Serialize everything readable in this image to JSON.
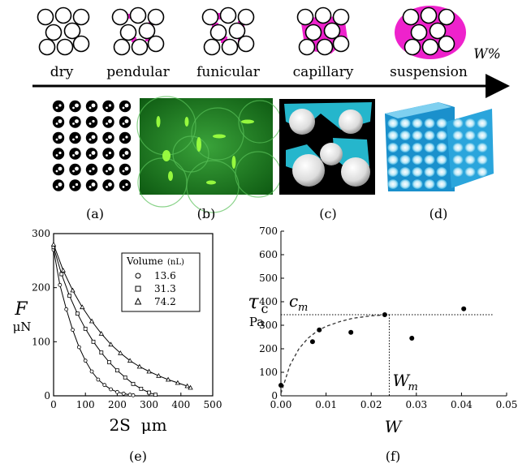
{
  "top": {
    "states": [
      {
        "label": "dry"
      },
      {
        "label": "pendular"
      },
      {
        "label": "funicular"
      },
      {
        "label": "capillary"
      },
      {
        "label": "suspension"
      }
    ],
    "axis_label": "W%",
    "liquid_color": "#ee22cc"
  },
  "panel_labels": [
    "(a)",
    "(b)",
    "(c)",
    "(d)",
    "(e)",
    "(f)"
  ],
  "colors": {
    "green_bg": "#1a7a1a",
    "green_bright": "#9cff40",
    "cyan": "#2bd6f0",
    "black": "#000000"
  },
  "chart_data": [
    {
      "type": "line",
      "panel": "(e)",
      "xlabel": "2S  μm",
      "ylabel_symbol": "F",
      "ylabel_unit": "μN",
      "xlim": [
        0,
        500
      ],
      "ylim": [
        0,
        300
      ],
      "x_ticks": [
        "0",
        "100",
        "200",
        "300",
        "400",
        "500"
      ],
      "y_ticks": [
        "0",
        "100",
        "200",
        "300"
      ],
      "legend": {
        "title": "Volume",
        "title_unit": "(nL)",
        "entries": [
          {
            "marker": "circle",
            "label": "13.6"
          },
          {
            "marker": "square",
            "label": "31.3"
          },
          {
            "marker": "triangle",
            "label": "74.2"
          }
        ]
      },
      "series": [
        {
          "name": "13.6",
          "x": [
            0,
            20,
            40,
            60,
            80,
            100,
            120,
            140,
            160,
            180,
            200,
            220,
            240,
            250
          ],
          "y": [
            270,
            205,
            160,
            122,
            90,
            65,
            45,
            30,
            20,
            12,
            7,
            4,
            2,
            1
          ]
        },
        {
          "name": "31.3",
          "x": [
            0,
            25,
            50,
            75,
            100,
            125,
            150,
            175,
            200,
            225,
            250,
            275,
            300,
            320
          ],
          "y": [
            275,
            225,
            185,
            152,
            124,
            100,
            80,
            62,
            47,
            34,
            22,
            13,
            6,
            2
          ]
        },
        {
          "name": "74.2",
          "x": [
            0,
            30,
            60,
            90,
            120,
            150,
            180,
            210,
            240,
            270,
            300,
            330,
            360,
            390,
            420,
            430
          ],
          "y": [
            280,
            232,
            195,
            164,
            138,
            115,
            95,
            79,
            65,
            54,
            45,
            37,
            30,
            24,
            18,
            15
          ]
        }
      ]
    },
    {
      "type": "scatter",
      "panel": "(f)",
      "xlabel": "W",
      "ylabel_symbol": "τ",
      "ylabel_sub": "c",
      "ylabel_unit": "Pa",
      "xlim": [
        0,
        0.05
      ],
      "ylim": [
        0,
        700
      ],
      "x_ticks": [
        "0.00",
        "0.01",
        "0.02",
        "0.03",
        "0.04",
        "0.05"
      ],
      "y_ticks": [
        "0",
        "100",
        "200",
        "300",
        "400",
        "500",
        "600",
        "700"
      ],
      "points": {
        "x": [
          0.0,
          0.007,
          0.0085,
          0.0155,
          0.023,
          0.029,
          0.0405
        ],
        "y": [
          45,
          230,
          280,
          270,
          345,
          245,
          370
        ]
      },
      "fit_curve": {
        "x": [
          0.0,
          0.002,
          0.004,
          0.006,
          0.008,
          0.01,
          0.013,
          0.016,
          0.02,
          0.024
        ],
        "y": [
          10,
          130,
          200,
          245,
          275,
          295,
          315,
          330,
          340,
          345
        ]
      },
      "cm_value": 345,
      "cm_label": "c",
      "cm_sub": "m",
      "wm_value": 0.024,
      "wm_label": "W",
      "wm_sub": "m"
    }
  ]
}
